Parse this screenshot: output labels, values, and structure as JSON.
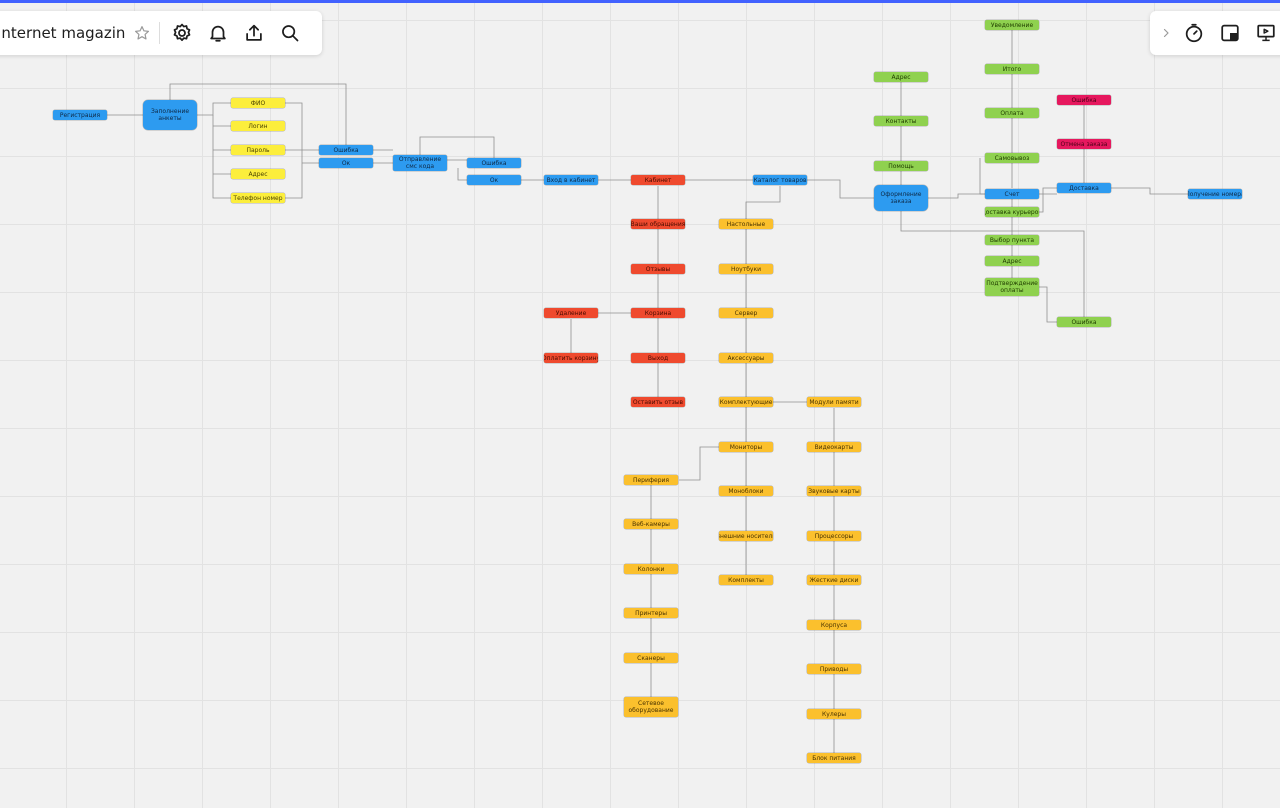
{
  "board": {
    "title": "Internet magazin"
  },
  "colors": {
    "accent": "#4262ff",
    "blue": "#2d9bf0",
    "yellow": "#fcee3c",
    "red": "#ef4a2e",
    "orange": "#fbc02d",
    "green": "#8fd14f",
    "pink": "#e6185e"
  },
  "toolbar_left": [
    "star-icon",
    "gear-icon",
    "bell-icon",
    "upload-icon",
    "search-icon"
  ],
  "toolbar_right": [
    "chevron-right-icon",
    "timer-icon",
    "card-icon",
    "present-icon"
  ],
  "nodes": {
    "registration": "Регистрация",
    "fill_form": "Заполнение анкеты",
    "fio": "ФИО",
    "login": "Логин",
    "password": "Пароль",
    "address_form": "Адрес",
    "phone": "Телефон номер",
    "error_1": "Ошибка",
    "ok_1": "Ок",
    "send_code": "Отправление смс кода",
    "error_2": "Ошибка",
    "ok_2": "Ок",
    "login_cabinet": "Вход в кабинет",
    "cabinet": "Кабинет",
    "your_orders": "Ваши обращения",
    "red_3": "Отзывы",
    "red_4": "Корзина",
    "red_left_1": "Удаление",
    "red_left_2": "Оплатить корзину",
    "red_5": "Выход",
    "red_6": "Оставить отзыв",
    "catalog": "Каталог товаров",
    "c1": "Настольные",
    "c2": "Ноутбуки",
    "c3": "Сервер",
    "c4": "Аксессуары",
    "c5": "Комплектующие",
    "c6": "Мониторы",
    "c7": "Моноблоки",
    "c8": "Внешние носители",
    "c9": "Комплекты",
    "k1": "Модули памяти",
    "k2": "Видеокарты",
    "k3": "Звуковые карты",
    "k4": "Процессоры",
    "k5": "Жесткие диски",
    "k6": "Корпуса",
    "k7": "Приводы",
    "k8": "Кулеры",
    "k9": "Блок питания",
    "p1": "Периферия",
    "p2": "Веб-камеры",
    "p3": "Колонки",
    "p4": "Принтеры",
    "p5": "Сканеры",
    "p6": "Сетевое оборудование",
    "address_top": "Адрес",
    "contacts": "Контакты",
    "help": "Помощь",
    "place_order": "Оформление заказа",
    "g_top": "Уведомление",
    "g2": "Итого",
    "g3": "Счет",
    "g4": "Оплата",
    "g5": "Самовывоз",
    "g6": "Доставка курьером",
    "g7": "Выбор пункта",
    "g8": "Адрес",
    "g9": "Подтверждение оплаты",
    "pink1": "Ошибка",
    "pink2": "Отмена заказа",
    "delivery": "Доставка",
    "receipt": "Получение номера",
    "error_final": "Ошибка"
  }
}
